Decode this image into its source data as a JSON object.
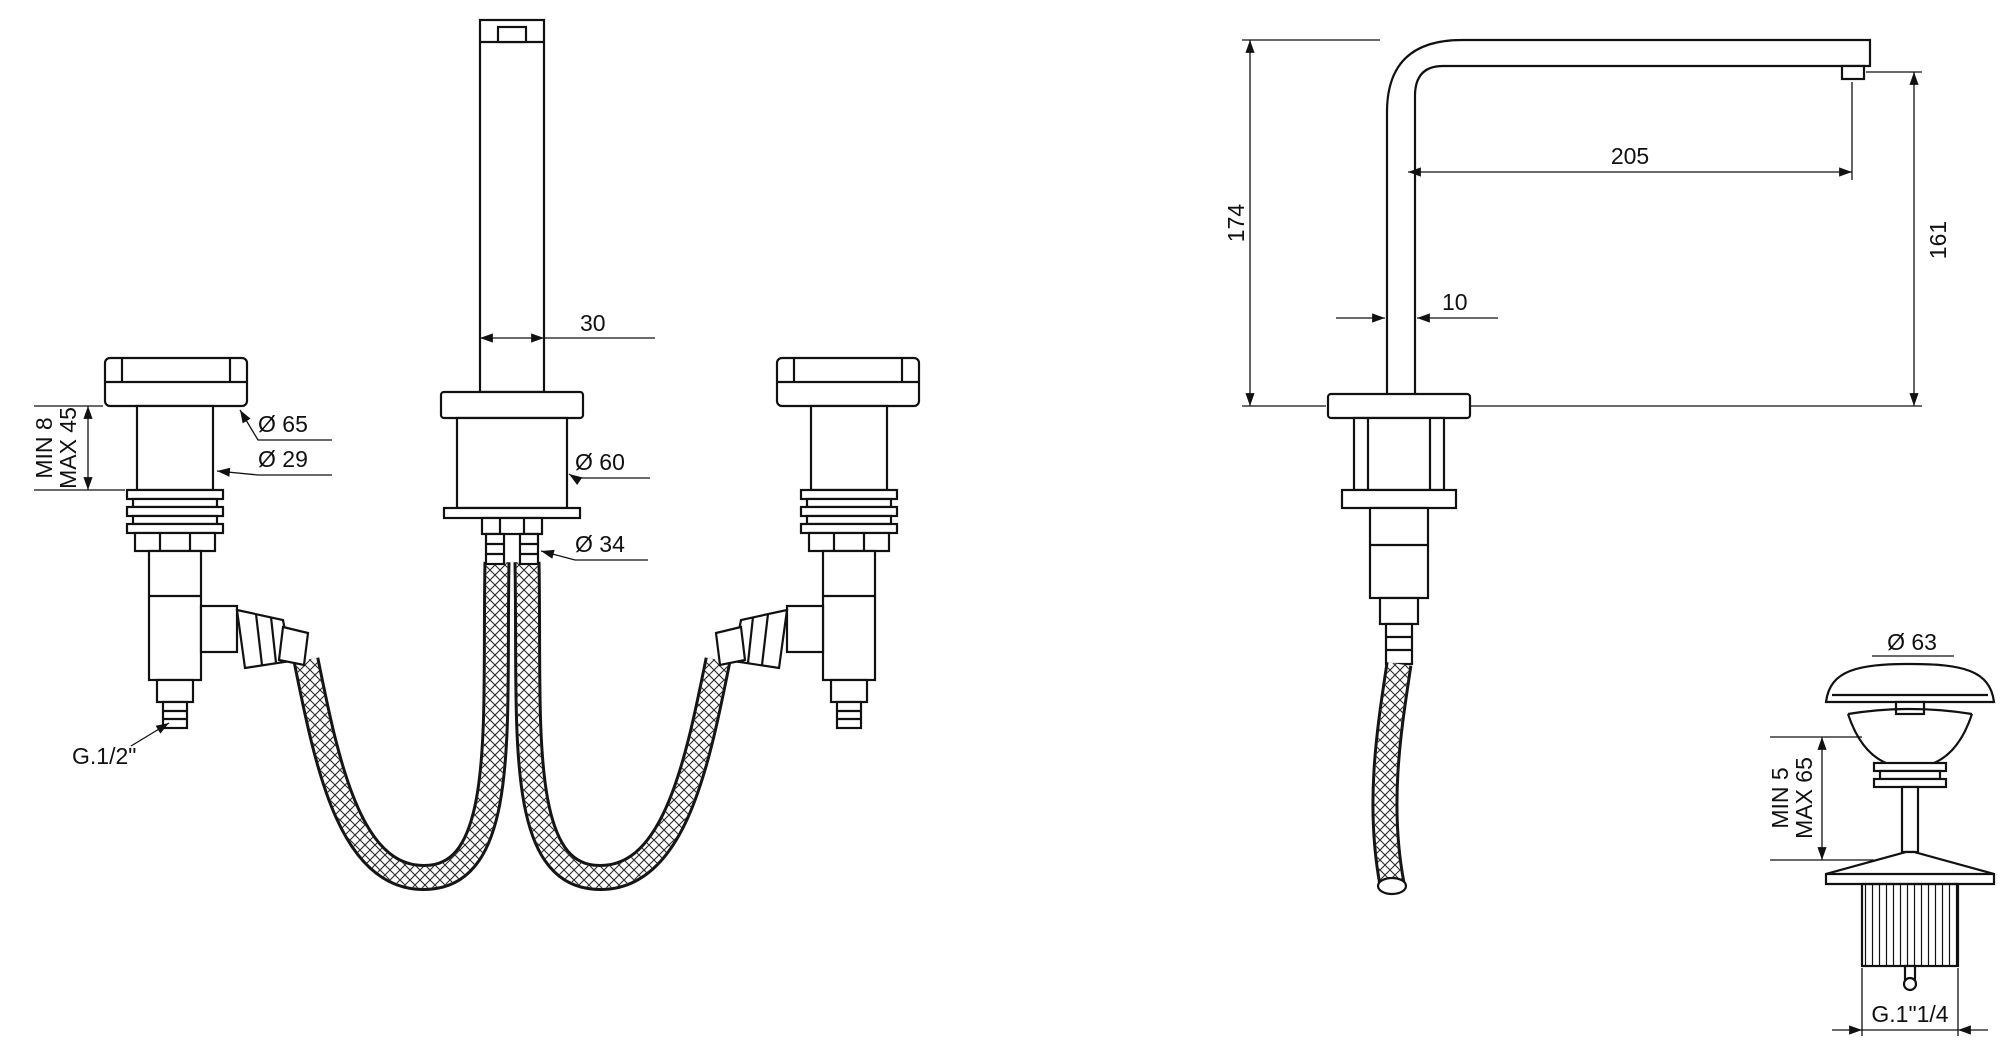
{
  "colors": {
    "line": "#111111",
    "background": "#ffffff"
  },
  "drawing": {
    "front": {
      "dim_30": "30",
      "dim_d65": "Ø 65",
      "dim_d29": "Ø 29",
      "dim_min8": "MIN 8",
      "dim_max45": "MAX 45",
      "dim_d60": "Ø 60",
      "dim_d34": "Ø 34",
      "dim_g12": "G.1/2\""
    },
    "side": {
      "dim_174": "174",
      "dim_205": "205",
      "dim_161": "161",
      "dim_10": "10"
    },
    "drain": {
      "dim_d63": "Ø 63",
      "dim_min5": "MIN 5",
      "dim_max65": "MAX 65",
      "dim_g114": "G.1\"1/4"
    }
  }
}
